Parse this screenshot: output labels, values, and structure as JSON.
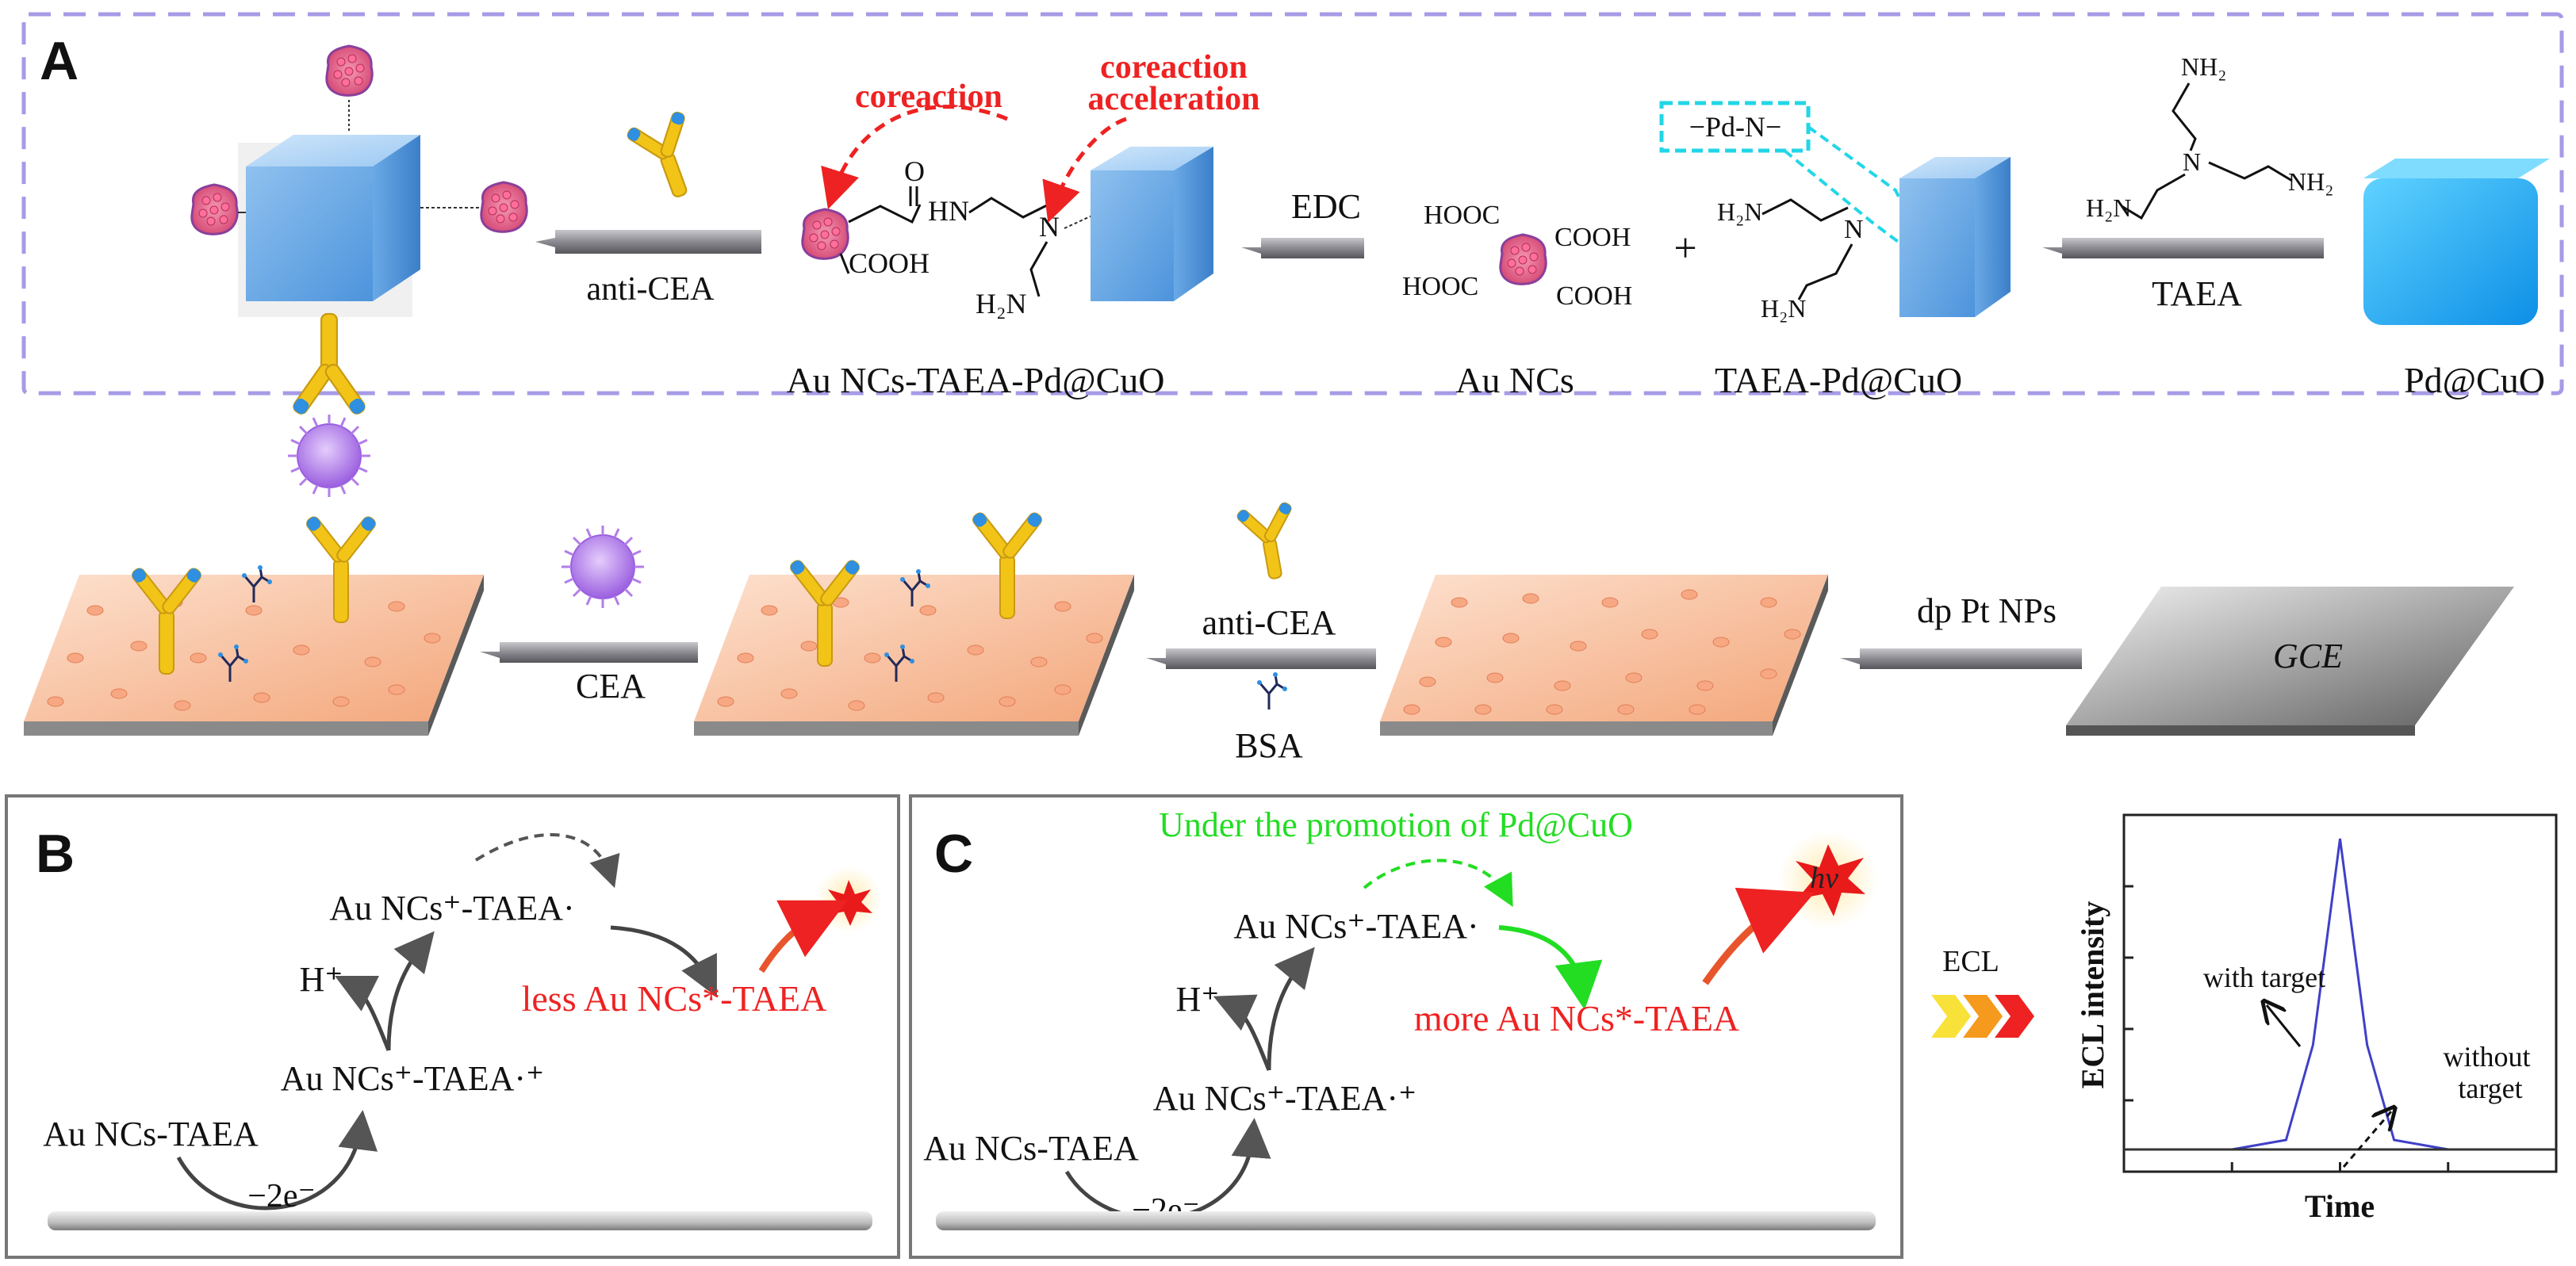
{
  "panel_a": {
    "letter": "A",
    "coreaction": "coreaction",
    "coreaction_acceleration_1": "coreaction",
    "coreaction_acceleration_2": "acceleration",
    "pd_n": "−Pd-N−",
    "arrow_anti_cea": "anti-CEA",
    "arrow_edc": "EDC",
    "arrow_taea": "TAEA",
    "plus": "+",
    "product_label": "Au NCs-TAEA-Pd@CuO",
    "au_ncs_label": "Au NCs",
    "taea_pd_label": "TAEA-Pd@CuO",
    "pdcuo_label": "Pd@CuO",
    "chem": {
      "o": "O",
      "hn": "HN",
      "n": "N",
      "cooh": "COOH",
      "h2n": "H₂N",
      "nh2": "NH₂",
      "hooc": "HOOC"
    }
  },
  "row2": {
    "arrow_cea": "CEA",
    "arrow_anti_cea": "anti-CEA",
    "bsa": "BSA",
    "arrow_dp_pt": "dp Pt NPs",
    "gce": "GCE"
  },
  "panel_b": {
    "letter": "B",
    "radical": "Au NCs⁺-TAEA·",
    "h_plus": "H⁺",
    "less": "less Au NCs*-TAEA",
    "cation": "Au NCs⁺-TAEA·⁺",
    "start": "Au NCs-TAEA",
    "electrons": "−2e⁻"
  },
  "panel_c": {
    "letter": "C",
    "promotion": "Under the promotion of Pd@CuO",
    "radical": "Au NCs⁺-TAEA·",
    "h_plus": "H⁺",
    "more": "more Au NCs*-TAEA",
    "cation": "Au NCs⁺-TAEA·⁺",
    "start": "Au NCs-TAEA",
    "electrons": "−2e⁻",
    "hv": "hν"
  },
  "ecl_arrow_label": "ECL",
  "chart_data": {
    "type": "line",
    "xlabel": "Time",
    "ylabel": "ECL intensity",
    "grid": false,
    "annotations": [
      "with target",
      "without target"
    ],
    "series": [
      {
        "x": [
          0,
          2,
          3,
          3.5,
          4,
          4.5,
          5,
          6,
          8
        ],
        "values": [
          0.02,
          0.02,
          0.05,
          0.35,
          1.0,
          0.35,
          0.05,
          0.02,
          0.02
        ]
      },
      {
        "x": [
          0,
          8
        ],
        "values": [
          0.02,
          0.02
        ]
      }
    ]
  },
  "colors": {
    "red": "#ee2222",
    "green": "#22dd22",
    "cyan": "#22d6e8",
    "dash_border": "#a69be6",
    "cube": "#5aa6e8",
    "antibody_yellow": "#f2c418",
    "antibody_blue": "#2f8fe0",
    "electrode": "#f4b48e",
    "virus": "#b27ee8"
  }
}
